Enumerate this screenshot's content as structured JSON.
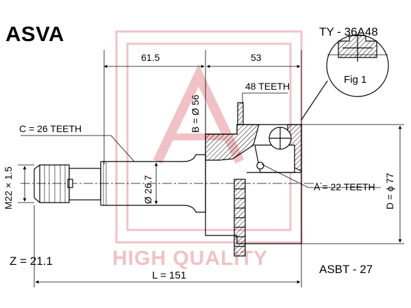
{
  "header": {
    "brand": "ASVA",
    "part_number": "TY - 36A48"
  },
  "footer": {
    "z_value": "Z = 21.1",
    "abs_code": "ASBT - 27"
  },
  "watermark": {
    "text": "HIGH QUALITY",
    "color": "#f1c1c6"
  },
  "fig_label": "Fig 1",
  "dimensions": {
    "len_left": "61.5",
    "len_right": "53",
    "teeth_48": "48 TEETH",
    "b_dia": "B = Ø 56",
    "c_teeth": "C = 26 TEETH",
    "thread": "M22 × 1.5",
    "shaft_dia": "Ø 26.7",
    "a_teeth": "A = 22 TEETH",
    "d_dia": "D = ϕ 77",
    "total_len": "L = 151"
  },
  "colors": {
    "line": "#000000",
    "hatch": "#000000"
  }
}
